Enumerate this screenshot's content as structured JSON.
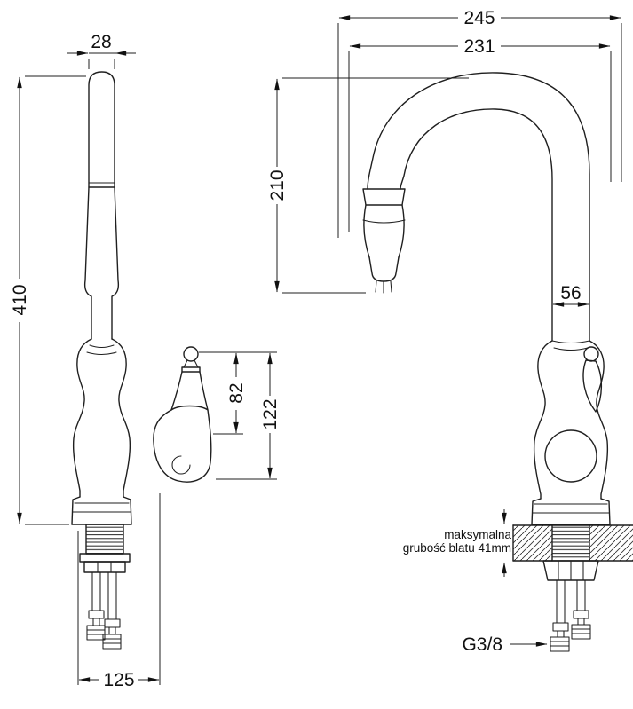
{
  "page": {
    "background_color": "#ffffff",
    "line_color": "#1f1f1f"
  },
  "drawing": {
    "type": "technical-dimension-drawing",
    "subject": "kitchen faucet, two orthographic views with millimeter dimensions",
    "side_view": {
      "dims": {
        "spout_top_width": "28",
        "overall_height": "410",
        "handle_height": "82",
        "outlet_height": "122",
        "base_depth": "125"
      }
    },
    "front_view": {
      "dims": {
        "overall_reach": "245",
        "spout_reach": "231",
        "spout_height": "210",
        "body_width": "56"
      },
      "countertop_note": {
        "line1": "maksymalna",
        "line2": "grubość blatu 41mm"
      },
      "thread_label": "G3/8"
    }
  }
}
